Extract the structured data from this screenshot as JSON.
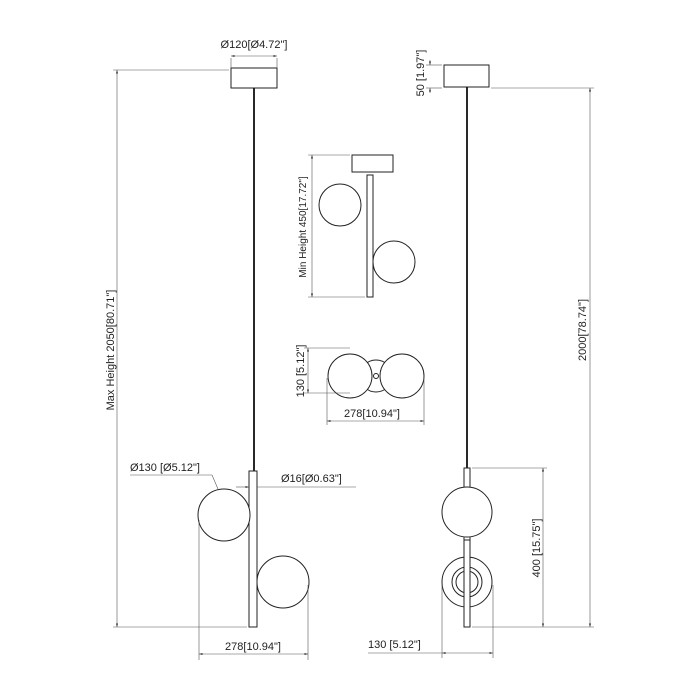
{
  "drawing": {
    "front_view": {
      "canopy_diameter": "Ø120[Ø4.72\"]",
      "max_height": "Max Height 2050[80.71\"]",
      "globe_diameter": "Ø130 [Ø5.12\"]",
      "stem_diameter": "Ø16[Ø0.63\"]",
      "width": "278[10.94\"]"
    },
    "collapsed_view": {
      "min_height": "Min Height 450[17.72\"]"
    },
    "top_view": {
      "depth": "130 [5.12\"]",
      "width": "278[10.94\"]"
    },
    "side_view": {
      "canopy_height": "50 [1.97\"]",
      "overall_height": "2000[78.74\"]",
      "body_height": "400 [15.75\"]",
      "depth": "130 [5.12\"]"
    }
  }
}
